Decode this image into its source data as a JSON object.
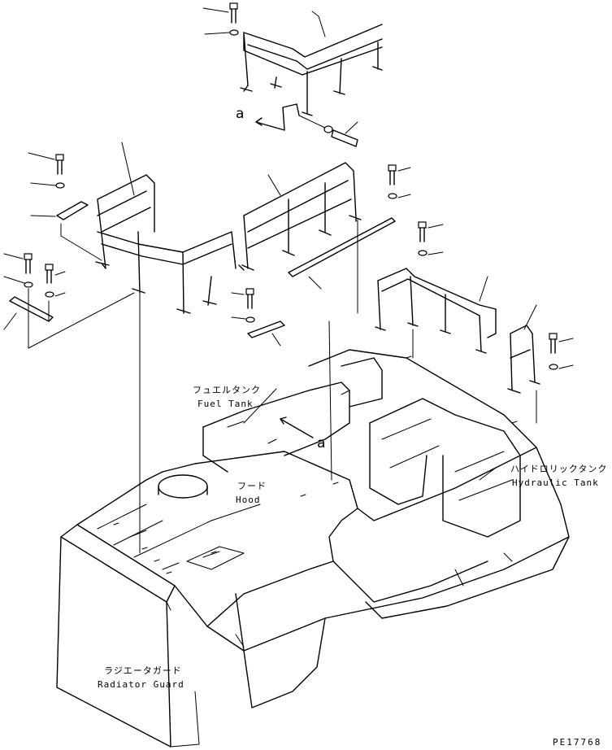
{
  "labels": {
    "fuel_tank_jp": "フュエルタンク",
    "fuel_tank_en": "Fuel Tank",
    "hood_jp": "フード",
    "hood_en": "Hood",
    "hydraulic_tank_jp": "ハイドロリックタンク",
    "hydraulic_tank_en": "Hydraulic Tank",
    "radiator_guard_jp": "ラジエータガード",
    "radiator_guard_en": "Radiator Guard"
  },
  "refs": {
    "view_a_top": "a",
    "view_a_bottom": "a"
  },
  "drawing_code": "PE17768"
}
